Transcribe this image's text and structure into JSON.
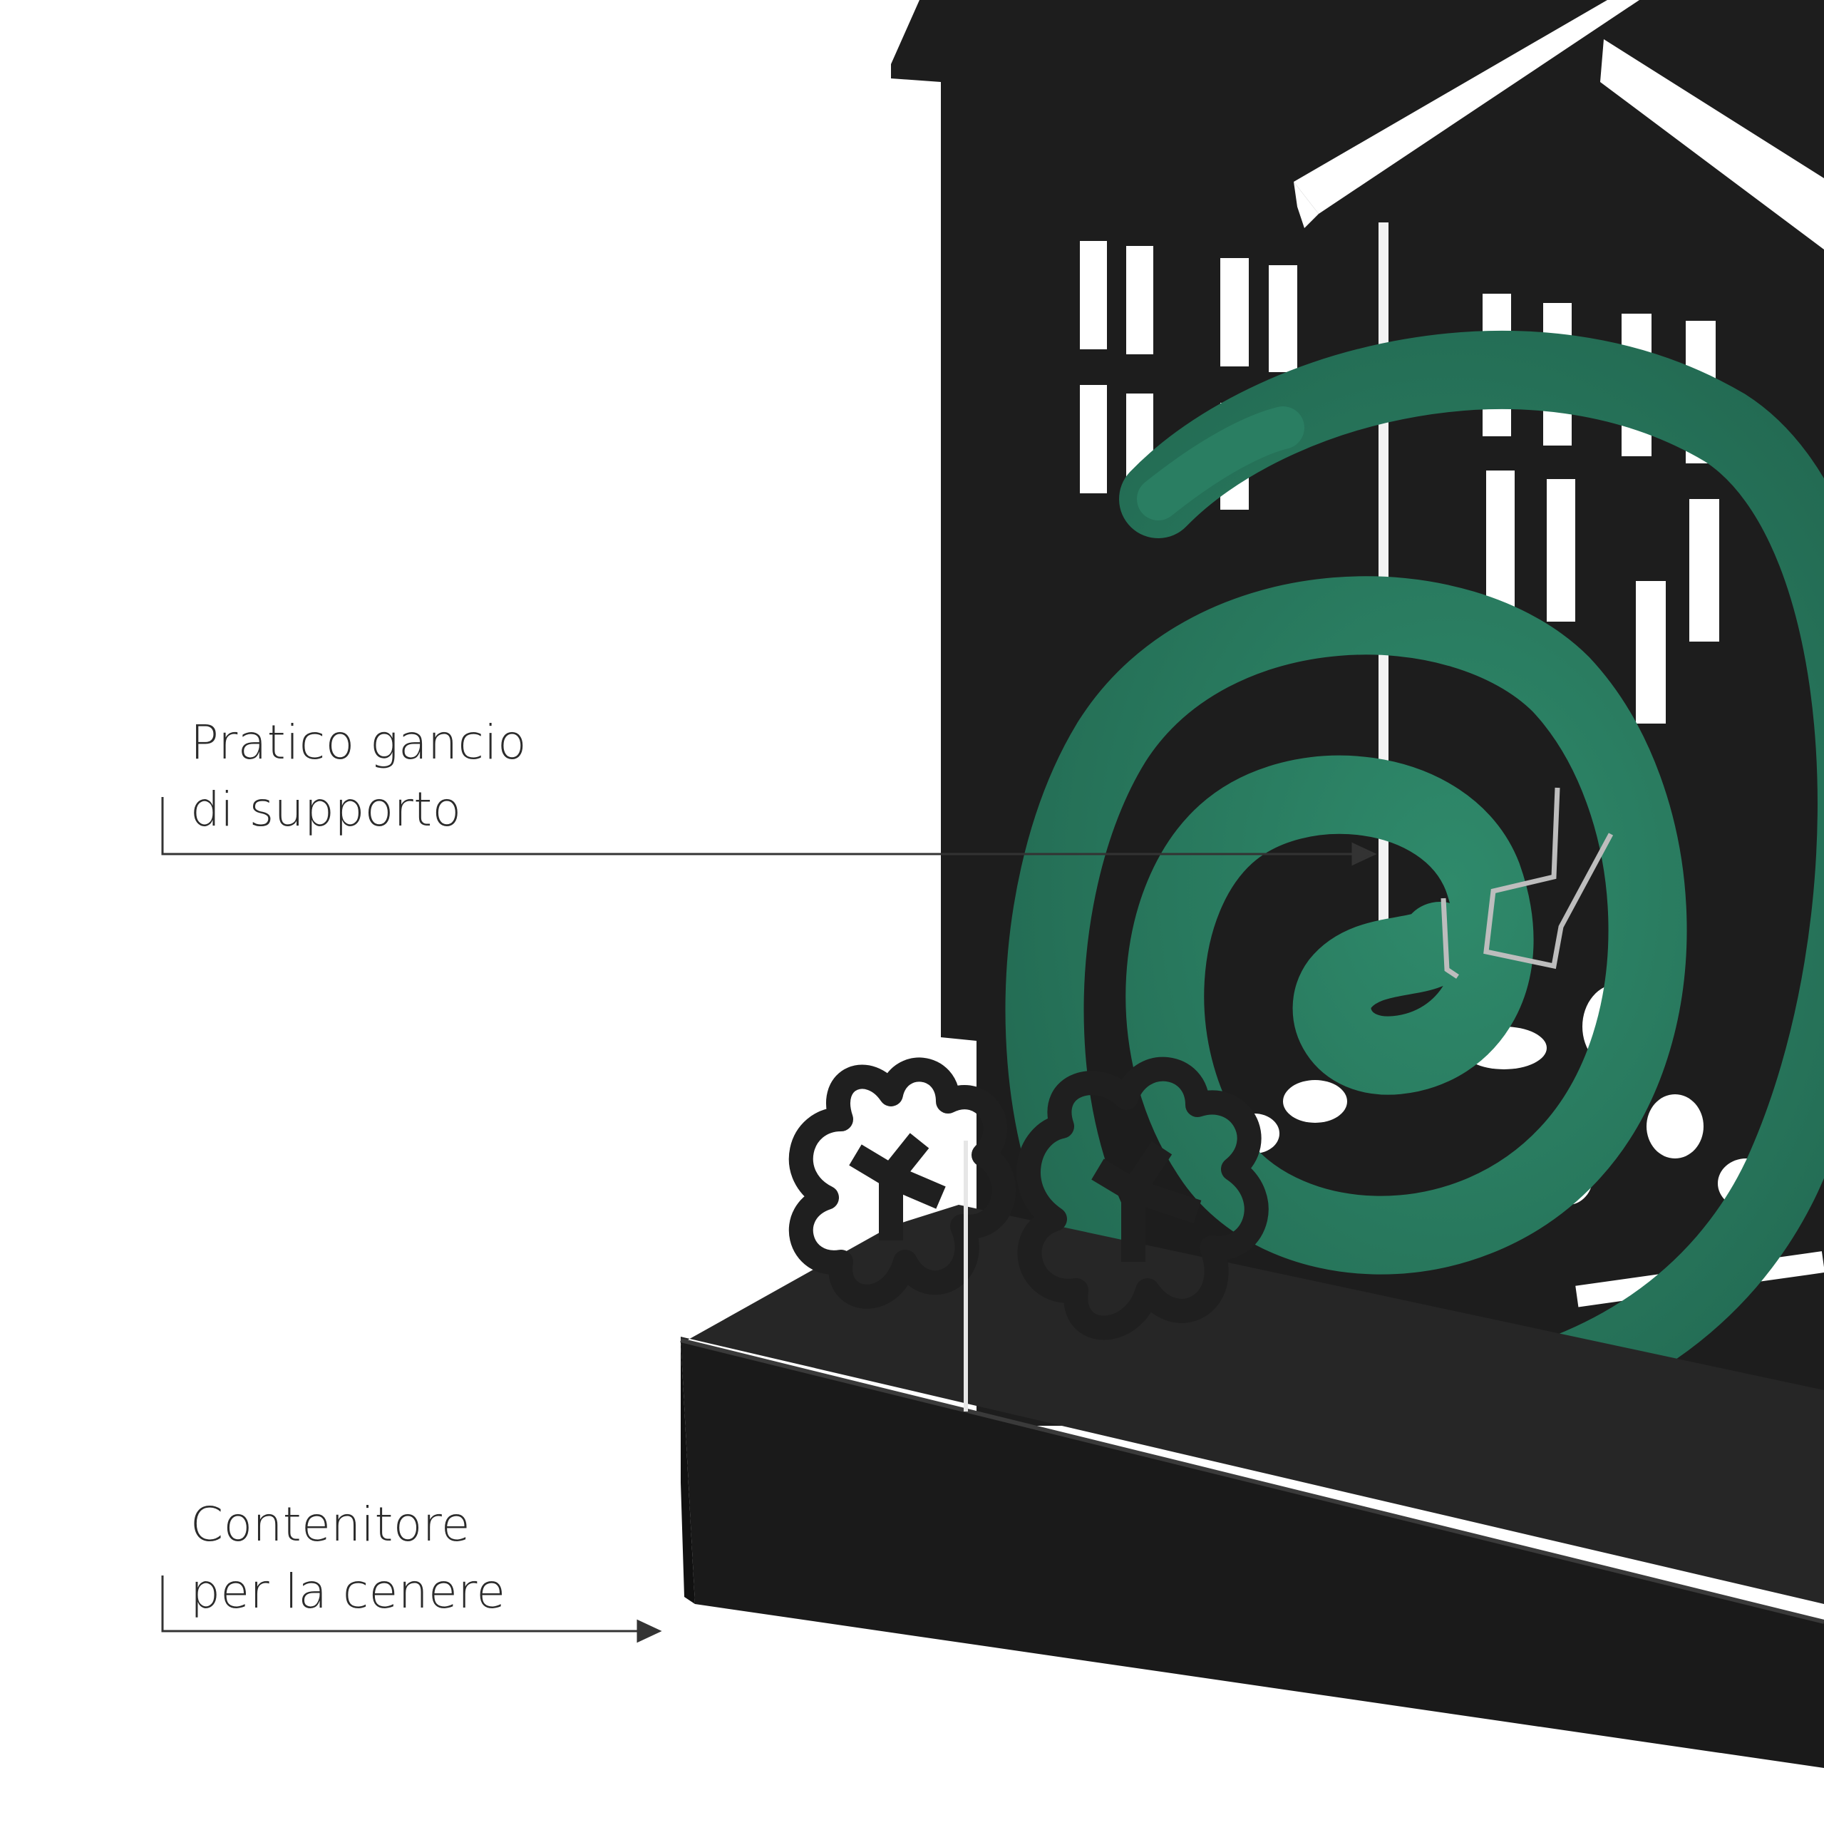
{
  "annotations": [
    {
      "lines": [
        "Pratico gancio",
        "di supporto"
      ]
    },
    {
      "lines": [
        "Contenitore",
        "per la cenere"
      ]
    }
  ],
  "colors": {
    "background": "#ffffff",
    "metal": "#1d1d1d",
    "coil": "#2a7e62",
    "leader_line": "#333333",
    "text": "#2b2b2b"
  },
  "objects": [
    "mosquito-coil-holder",
    "mosquito-coil",
    "support-hook",
    "ash-tray",
    "flower-cutout"
  ]
}
